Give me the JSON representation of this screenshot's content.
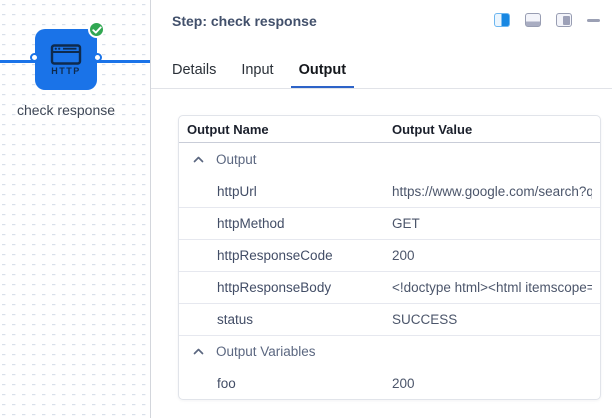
{
  "colors": {
    "node_blue": "#1a73e8",
    "success_green": "#31a752",
    "accent_blue": "#2d63c8",
    "icon_active_blue": "#1787e2",
    "navy": "#0e2a4d"
  },
  "canvas": {
    "node": {
      "label": "check response",
      "type_label": "HTTP",
      "status": "success"
    }
  },
  "panel": {
    "title": "Step: check response",
    "window_controls": [
      {
        "name": "split-view-left",
        "active": true
      },
      {
        "name": "split-view-bottom",
        "active": false
      },
      {
        "name": "split-view-right",
        "active": false
      },
      {
        "name": "minimize",
        "active": false
      }
    ],
    "tabs": [
      {
        "label": "Details",
        "active": false
      },
      {
        "label": "Input",
        "active": false
      },
      {
        "label": "Output",
        "active": true
      }
    ],
    "table": {
      "columns": [
        "Output Name",
        "Output Value"
      ],
      "rows": [
        {
          "type": "group",
          "label": "Output"
        },
        {
          "type": "item",
          "name": "httpUrl",
          "value": "https://www.google.com/search?q="
        },
        {
          "type": "item",
          "name": "httpMethod",
          "value": "GET"
        },
        {
          "type": "item",
          "name": "httpResponseCode",
          "value": "200"
        },
        {
          "type": "item",
          "name": "httpResponseBody",
          "value": "<!doctype html><html itemscope=\""
        },
        {
          "type": "item",
          "name": "status",
          "value": "SUCCESS"
        },
        {
          "type": "group",
          "label": "Output Variables"
        },
        {
          "type": "item",
          "name": "foo",
          "value": "200"
        }
      ]
    }
  }
}
